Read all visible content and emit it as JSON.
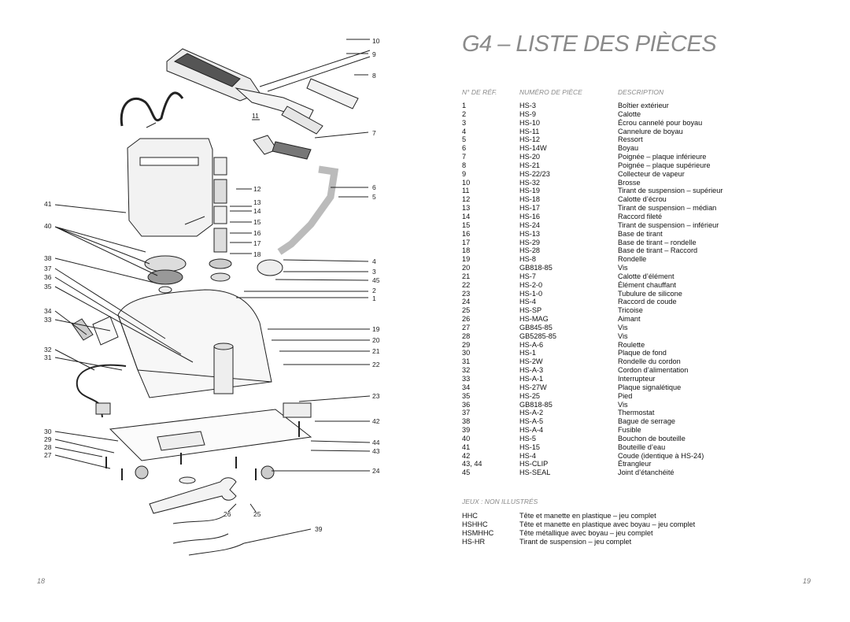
{
  "page_left_number": "18",
  "page_right_number": "19",
  "title": "G4 – LISTE DES PIÈCES",
  "columns": {
    "ref": "N° DE RÉF.",
    "part": "NUMÉRO DE PIÈCE",
    "desc": "DESCRIPTION"
  },
  "parts": [
    {
      "ref": "1",
      "part": "HS-3",
      "desc": "Boîtier extérieur"
    },
    {
      "ref": "2",
      "part": "HS-9",
      "desc": "Calotte"
    },
    {
      "ref": "3",
      "part": "HS-10",
      "desc": "Écrou cannelé pour boyau"
    },
    {
      "ref": "4",
      "part": "HS-11",
      "desc": "Cannelure de boyau"
    },
    {
      "ref": "5",
      "part": "HS-12",
      "desc": "Ressort"
    },
    {
      "ref": "6",
      "part": "HS-14W",
      "desc": "Boyau"
    },
    {
      "ref": "7",
      "part": "HS-20",
      "desc": "Poignée – plaque inférieure"
    },
    {
      "ref": "8",
      "part": "HS-21",
      "desc": "Poignée – plaque supérieure"
    },
    {
      "ref": "9",
      "part": "HS-22/23",
      "desc": "Collecteur de vapeur"
    },
    {
      "ref": "10",
      "part": "HS-32",
      "desc": "Brosse"
    },
    {
      "ref": "11",
      "part": "HS-19",
      "desc": "Tirant de suspension – supérieur"
    },
    {
      "ref": "12",
      "part": "HS-18",
      "desc": "Calotte d’écrou"
    },
    {
      "ref": "13",
      "part": "HS-17",
      "desc": "Tirant de suspension – médian"
    },
    {
      "ref": "14",
      "part": "HS-16",
      "desc": "Raccord fileté"
    },
    {
      "ref": "15",
      "part": "HS-24",
      "desc": "Tirant de suspension – inférieur"
    },
    {
      "ref": "16",
      "part": "HS-13",
      "desc": "Base de tirant"
    },
    {
      "ref": "17",
      "part": "HS-29",
      "desc": "Base de tirant – rondelle"
    },
    {
      "ref": "18",
      "part": "HS-28",
      "desc": "Base de tirant – Raccord"
    },
    {
      "ref": "19",
      "part": "HS-8",
      "desc": "Rondelle"
    },
    {
      "ref": "20",
      "part": "GB818-85",
      "desc": "Vis"
    },
    {
      "ref": "21",
      "part": "HS-7",
      "desc": "Calotte d’élément"
    },
    {
      "ref": "22",
      "part": "HS-2-0",
      "desc": "Élément chauffant"
    },
    {
      "ref": "23",
      "part": "HS-1-0",
      "desc": "Tubulure de silicone"
    },
    {
      "ref": "24",
      "part": "HS-4",
      "desc": "Raccord de coude"
    },
    {
      "ref": "25",
      "part": "HS-SP",
      "desc": "Tricoise"
    },
    {
      "ref": "26",
      "part": "HS-MAG",
      "desc": "Aimant"
    },
    {
      "ref": "27",
      "part": "GB845-85",
      "desc": "Vis"
    },
    {
      "ref": "28",
      "part": "GB5285-85",
      "desc": "Vis"
    },
    {
      "ref": "29",
      "part": "HS-A-6",
      "desc": "Roulette"
    },
    {
      "ref": "30",
      "part": "HS-1",
      "desc": "Plaque de fond"
    },
    {
      "ref": "31",
      "part": "HS-2W",
      "desc": "Rondelle du cordon"
    },
    {
      "ref": "32",
      "part": "HS-A-3",
      "desc": "Cordon d’alimentation"
    },
    {
      "ref": "33",
      "part": "HS-A-1",
      "desc": "Interrupteur"
    },
    {
      "ref": "34",
      "part": "HS-27W",
      "desc": "Plaque signalétique"
    },
    {
      "ref": "35",
      "part": "HS-25",
      "desc": "Pied"
    },
    {
      "ref": "36",
      "part": "GB818-85",
      "desc": "Vis"
    },
    {
      "ref": "37",
      "part": "HS-A-2",
      "desc": "Thermostat"
    },
    {
      "ref": "38",
      "part": "HS-A-5",
      "desc": "Bague de serrage"
    },
    {
      "ref": "39",
      "part": "HS-A-4",
      "desc": "Fusible"
    },
    {
      "ref": "40",
      "part": "HS-5",
      "desc": "Bouchon de bouteille"
    },
    {
      "ref": "41",
      "part": "HS-15",
      "desc": "Bouteille d’eau"
    },
    {
      "ref": "42",
      "part": "HS-4",
      "desc": "Coude (identique à HS-24)"
    },
    {
      "ref": "43, 44",
      "part": "HS-CLIP",
      "desc": "Étrangleur"
    },
    {
      "ref": "45",
      "part": "HS-SEAL",
      "desc": "Joint d’étanchéité"
    }
  ],
  "sets_title": "JEUX : NON ILLUSTRÉS",
  "sets": [
    {
      "code": "HHC",
      "desc": "Tête et manette en plastique – jeu complet"
    },
    {
      "code": "HSHHC",
      "desc": "Tête et manette en plastique avec boyau – jeu complet"
    },
    {
      "code": "HSMHHC",
      "desc": "Tête métallique avec boyau – jeu complet"
    },
    {
      "code": "HS-HR",
      "desc": "Tirant de suspension – jeu complet"
    }
  ],
  "diagram_callouts": [
    "10",
    "9",
    "8",
    "11",
    "7",
    "12",
    "6",
    "5",
    "13",
    "14",
    "15",
    "16",
    "17",
    "18",
    "4",
    "3",
    "45",
    "2",
    "1",
    "19",
    "20",
    "21",
    "22",
    "23",
    "42",
    "44",
    "43",
    "24",
    "26",
    "25",
    "39",
    "41",
    "40",
    "38",
    "37",
    "36",
    "35",
    "34",
    "33",
    "32",
    "31",
    "30",
    "29",
    "28",
    "27"
  ]
}
